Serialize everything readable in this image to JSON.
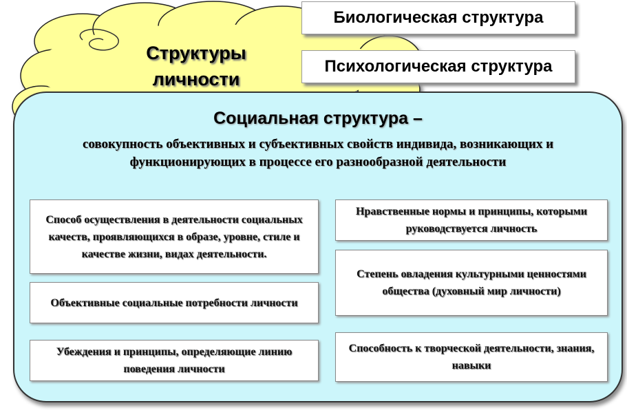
{
  "cloud": {
    "title_line1": "Структуры",
    "title_line2": "личности",
    "fill_color": "#ffff99"
  },
  "top_boxes": {
    "biological": "Биологическая структура",
    "psychological": "Психологическая структура"
  },
  "social": {
    "title": "Социальная структура –",
    "definition": "совокупность объективных и субъективных свойств индивида, возникающих и функционирующих в процессе его разнообразной деятельности",
    "panel_color": "#ccf6fb",
    "items_left": [
      "Способ осуществления в деятельности социальных качеств, проявляющихся в образе, уровне, стиле и качестве жизни, видах деятельности.",
      "Объективные социальные потребности личности",
      "Убеждения и принципы, определяющие линию поведения личности"
    ],
    "items_right": [
      "Нравственные нормы и принципы, которыми руководствуется личность",
      "Степень овладения культурными ценностями общества (духовный мир личности)",
      "Способность к творческой деятельности, знания, навыки"
    ]
  }
}
